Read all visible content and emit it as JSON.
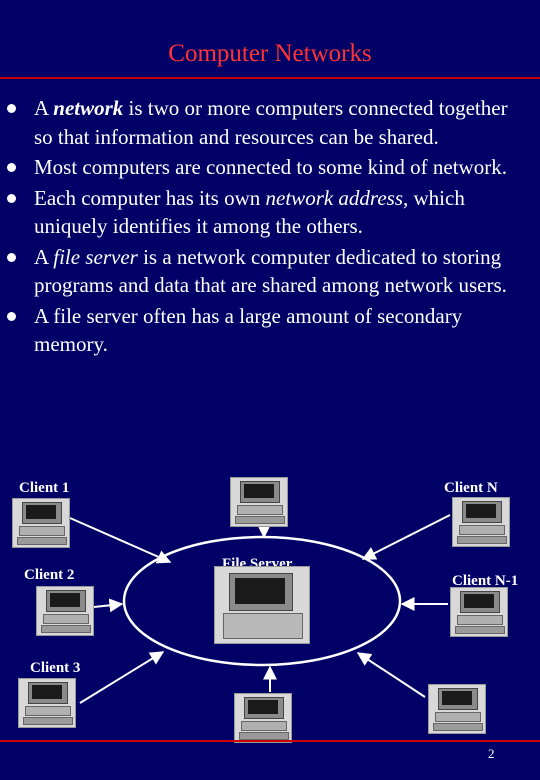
{
  "title": "Computer Networks",
  "bullets": [
    {
      "parts": [
        {
          "t": "A ",
          "s": "n"
        },
        {
          "t": "network",
          "s": "bi"
        },
        {
          "t": " is two or more computers connected together so that information and resources can be shared.",
          "s": "n"
        }
      ]
    },
    {
      "parts": [
        {
          "t": "Most computers are connected to some kind of network.",
          "s": "n"
        }
      ]
    },
    {
      "parts": [
        {
          "t": "Each computer has its own ",
          "s": "n"
        },
        {
          "t": "network address",
          "s": "i"
        },
        {
          "t": ", which uniquely identifies it among the others.",
          "s": "n"
        }
      ]
    },
    {
      "parts": [
        {
          "t": "A ",
          "s": "n"
        },
        {
          "t": "file server",
          "s": "i"
        },
        {
          "t": " is a network computer dedicated to storing programs and data that are shared among network users.",
          "s": "n"
        }
      ]
    },
    {
      "parts": [
        {
          "t": "A file server often has a large amount of secondary memory.",
          "s": "n"
        }
      ]
    }
  ],
  "diagram": {
    "client1": "Client 1",
    "client2": "Client 2",
    "client3": "Client 3",
    "clientN": "Client N",
    "clientN1": "Client N-1",
    "server": "File Server"
  },
  "colors": {
    "background": "#000066",
    "title": "#ff3333",
    "rule": "#cc0000",
    "text": "#ffffff"
  },
  "page_number": "2"
}
